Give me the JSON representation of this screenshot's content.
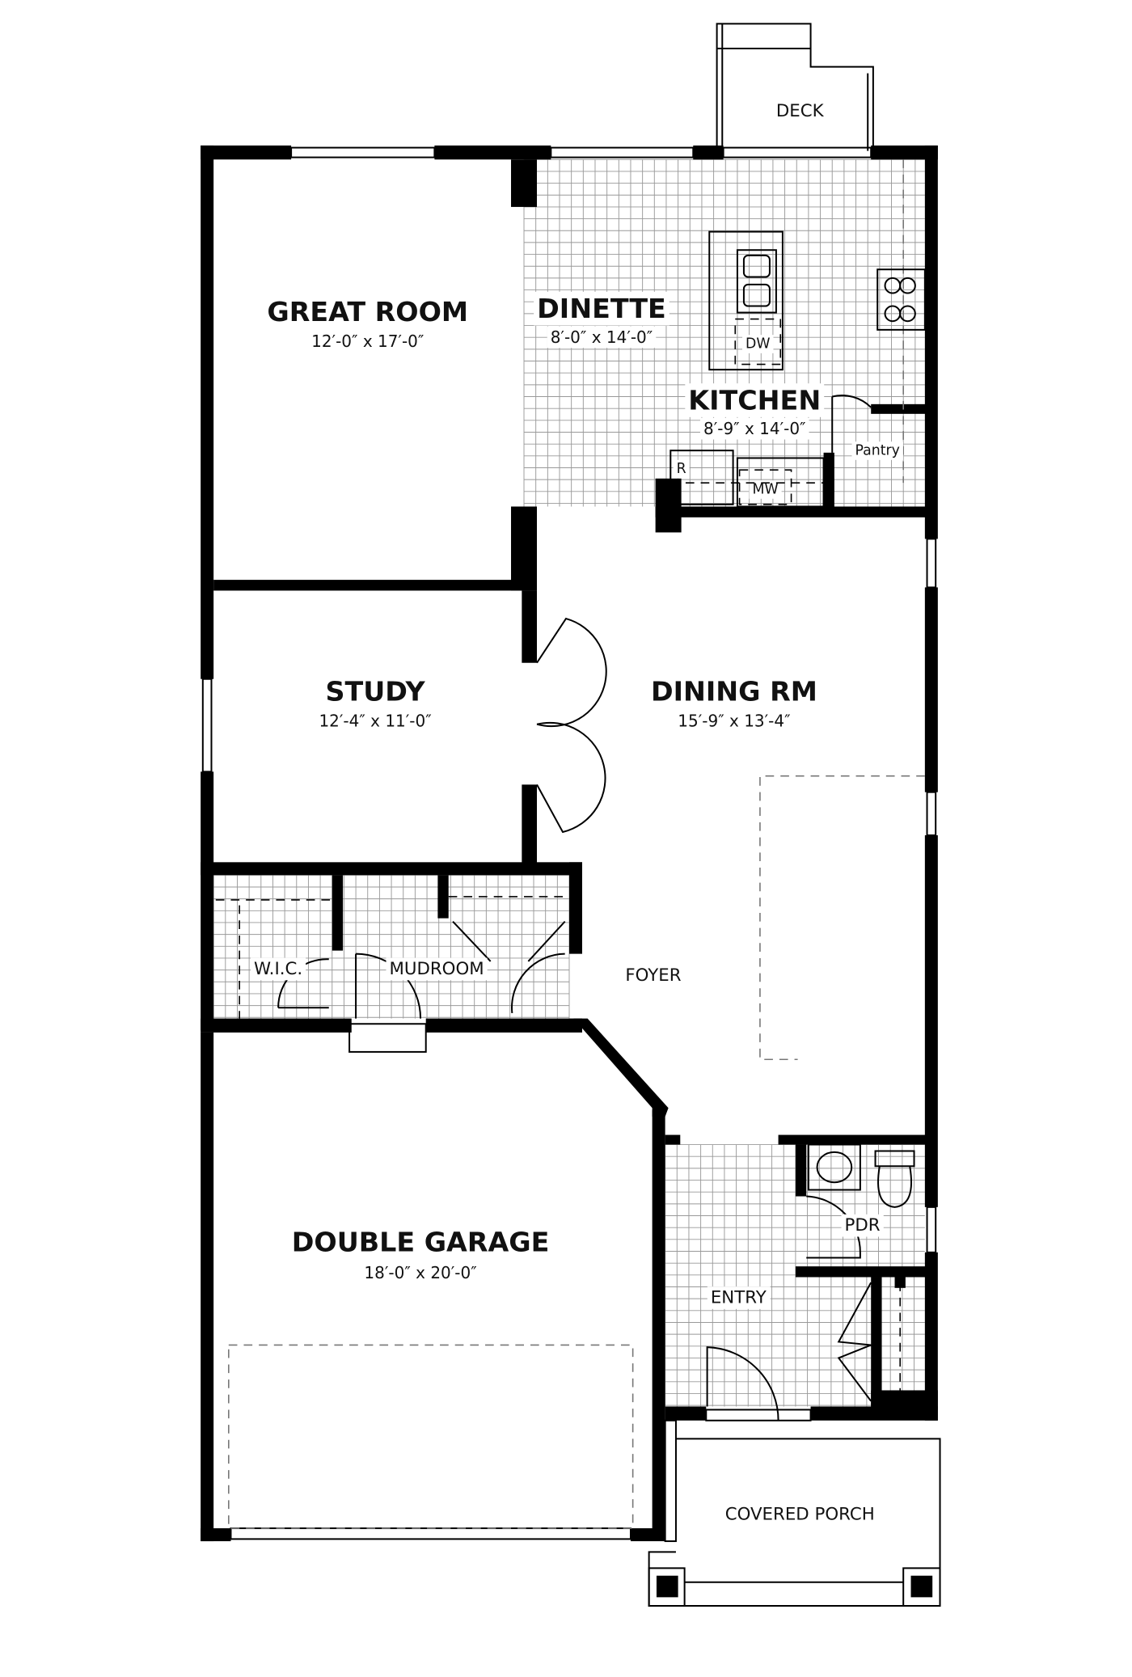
{
  "rooms": {
    "great_room": {
      "name": "GREAT ROOM",
      "size": "12′-0″ x 17′-0″"
    },
    "dinette": {
      "name": "DINETTE",
      "size": "8′-0″ x 14′-0″"
    },
    "kitchen": {
      "name": "KITCHEN",
      "size": "8′-9″ x 14′-0″"
    },
    "study": {
      "name": "STUDY",
      "size": "12′-4″ x 11′-0″"
    },
    "dining": {
      "name": "DINING RM",
      "size": "15′-9″ x 13′-4″"
    },
    "garage": {
      "name": "DOUBLE GARAGE",
      "size": "18′-0″ x 20′-0″"
    }
  },
  "labels": {
    "deck": "DECK",
    "pantry": "Pantry",
    "wic": "W.I.C.",
    "mudroom": "MUDROOM",
    "foyer": "FOYER",
    "pdr": "PDR",
    "entry": "ENTRY",
    "porch": "COVERED PORCH",
    "dw": "DW",
    "mw": "MW",
    "fridge": "R"
  }
}
